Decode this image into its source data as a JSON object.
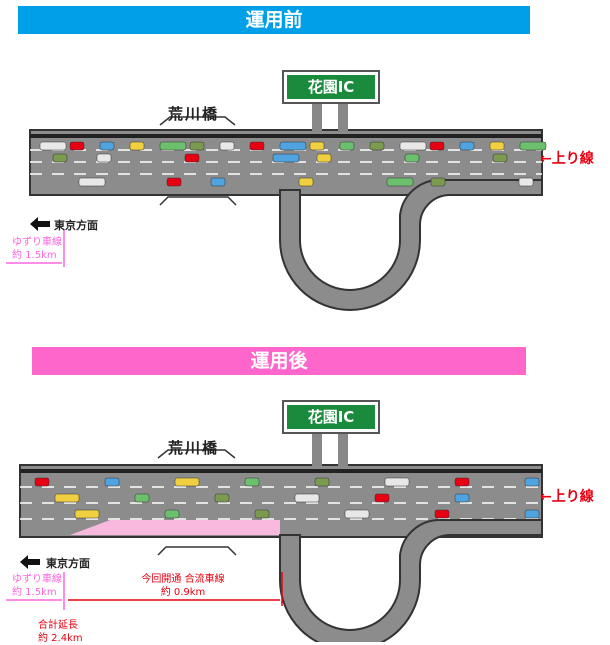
{
  "before": {
    "title": "運用前",
    "interchange": "花園IC",
    "bridge": "荒川橋",
    "direction": "←上り線",
    "tokyo": "東京方面",
    "yield_lane": "ゆずり車線",
    "yield_len": "約 1.5km"
  },
  "after": {
    "title": "運用後",
    "interchange": "花園IC",
    "bridge": "荒川橋",
    "direction": "←上り線",
    "tokyo": "東京方面",
    "yield_lane": "ゆずり車線",
    "yield_len": "約 1.5km",
    "merge_lane": "今回開通 合流車線",
    "merge_len": "約 0.9km",
    "total": "合計延長",
    "total_len": "約 2.4km"
  },
  "colors": {
    "before_banner": "#00a0e9",
    "after_banner": "#ff66cc",
    "sign": "#1a8a3c",
    "road": "#8c8c8c",
    "accent": "#e60012",
    "pink": "#ff66dd"
  }
}
